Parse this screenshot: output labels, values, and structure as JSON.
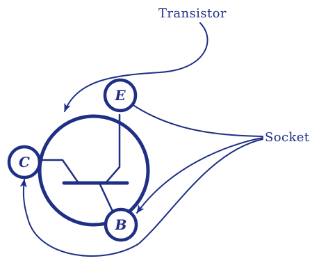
{
  "labels": {
    "transistor": "Transistor",
    "socket": "Socket"
  },
  "pins": {
    "emitter": "E",
    "collector": "C",
    "base": "B"
  },
  "colors": {
    "ink": "#1f2f86",
    "background": "#ffffff"
  },
  "icons": {
    "arrowhead": "arrowhead-icon"
  }
}
